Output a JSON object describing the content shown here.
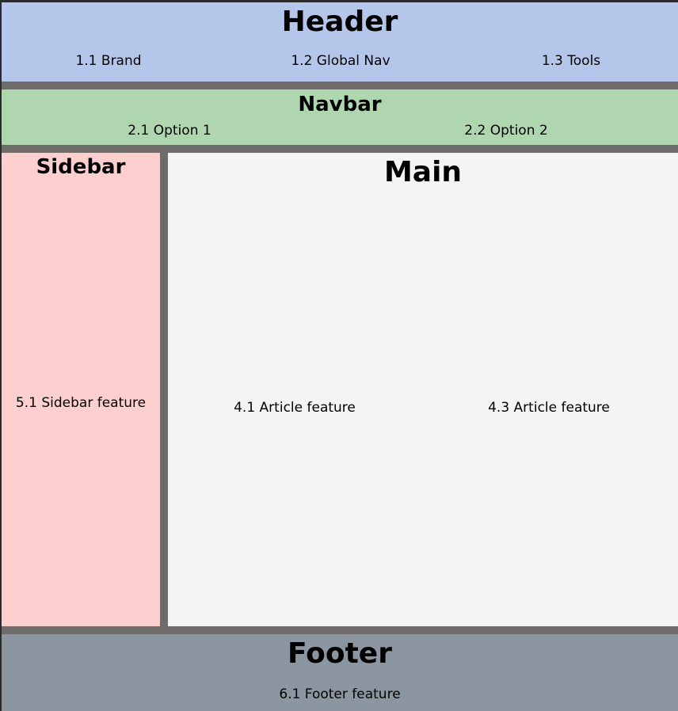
{
  "header": {
    "title": "Header",
    "items": [
      "1.1 Brand",
      "1.2 Global Nav",
      "1.3 Tools"
    ]
  },
  "navbar": {
    "title": "Navbar",
    "items": [
      "2.1 Option 1",
      "2.2 Option 2"
    ]
  },
  "sidebar": {
    "title": "Sidebar",
    "items": [
      "5.1 Sidebar feature"
    ]
  },
  "main": {
    "title": "Main",
    "items": [
      "4.1 Article feature",
      "4.3 Article feature"
    ]
  },
  "footer": {
    "title": "Footer",
    "items": [
      "6.1 Footer feature"
    ]
  },
  "colors": {
    "header": "#b4c7ea",
    "navbar": "#b0d6af",
    "sidebar": "#fdcfcf",
    "main": "#f4f4f4",
    "footer": "#8c96a0",
    "gutter": "#6f6b6b"
  }
}
